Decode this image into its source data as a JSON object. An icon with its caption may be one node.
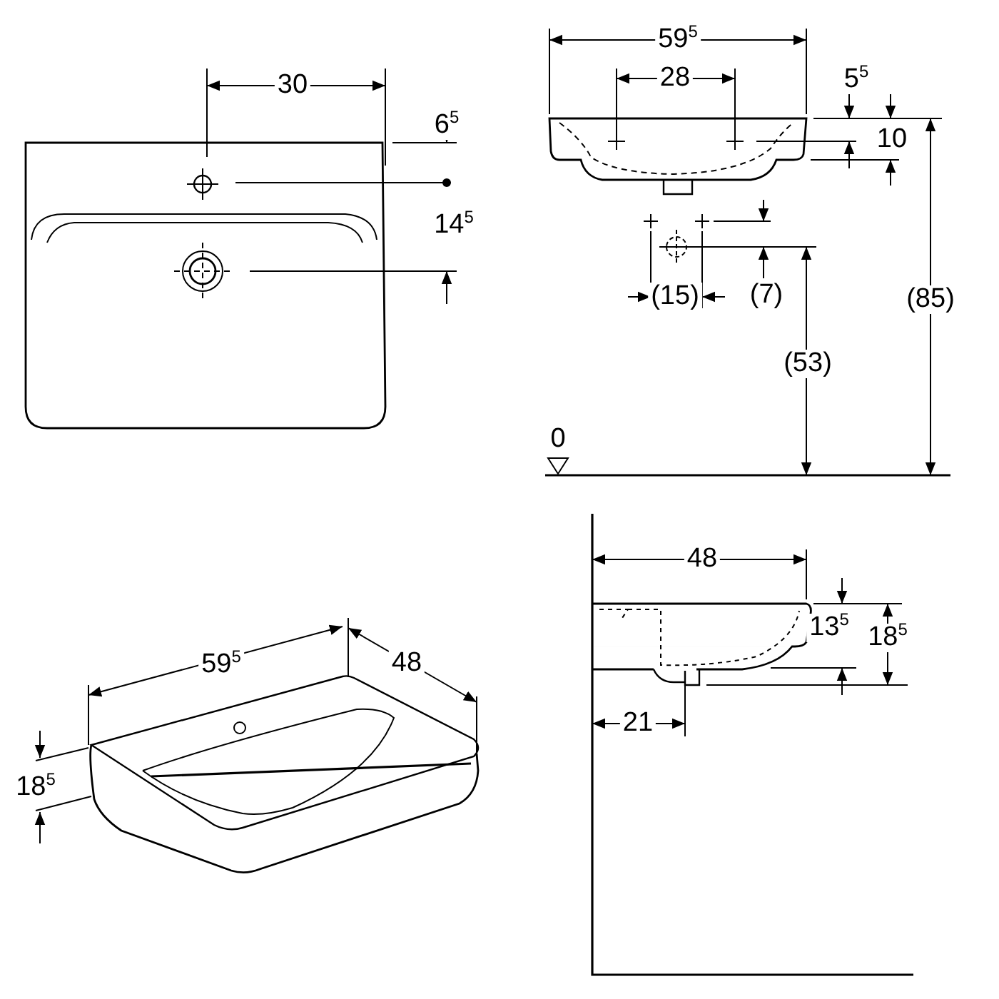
{
  "diagram": {
    "labels": [
      "30",
      "6$^{5}$",
      "14$^{5}$",
      "59$^{5}$",
      "28",
      "5$^{5}$",
      "10",
      "(15)",
      "(7)",
      "(53)",
      "(85)",
      "0",
      "59$^{5}$",
      "48",
      "18$^{5}$",
      "48",
      "13$^{5}$",
      "18$^{5}$",
      "21"
    ]
  }
}
